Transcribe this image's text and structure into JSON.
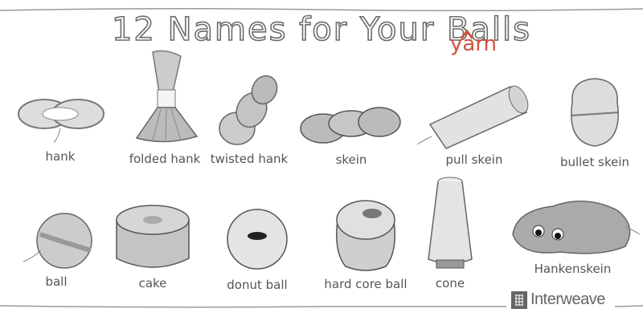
{
  "title": {
    "text": "12 Names for Your Balls",
    "insert_word": "yarn",
    "insert_color": "#d2513c"
  },
  "items": [
    {
      "label": "hank"
    },
    {
      "label": "folded hank"
    },
    {
      "label": "twisted hank"
    },
    {
      "label": "skein"
    },
    {
      "label": "pull skein"
    },
    {
      "label": "bullet skein"
    },
    {
      "label": "ball"
    },
    {
      "label": "cake"
    },
    {
      "label": "donut ball"
    },
    {
      "label": "hard core ball"
    },
    {
      "label": "cone"
    },
    {
      "label": "Hankenskein"
    }
  ],
  "logo": {
    "text": "Interweave",
    "icon": "interweave-knot-logo-icon"
  }
}
